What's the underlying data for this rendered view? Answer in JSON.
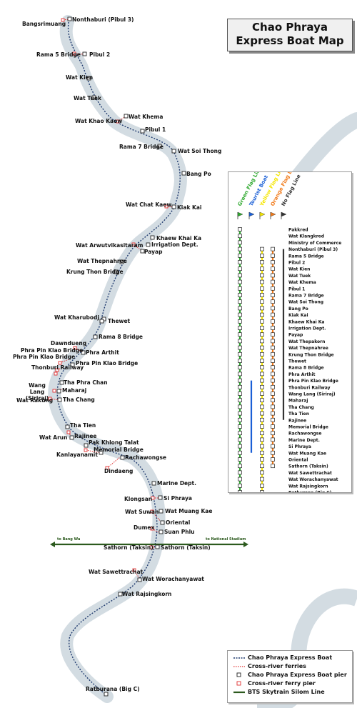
{
  "title": {
    "line1": "Chao Phraya",
    "line2": "Express Boat Map"
  },
  "piers": [
    "Nonthaburi (Pibul 3)",
    "Pibul 2",
    "Wat Kien",
    "Wat Tuek",
    "Wat Khema",
    "Pibul 1",
    "Rama 7 Bridge",
    "Wat Soi Thong",
    "Bang Po",
    "Kiak Kai",
    "Khaew Khai Ka",
    "Irrigation Dept.",
    "Payap",
    "Wat Thepnahree",
    "Krung Thon Bridge",
    "Wat Kharubodj",
    "Thewet",
    "Rama 8 Bridge",
    "Phra Arthit",
    "Phra Pin Klao Bridge",
    "Tha Phra Chan",
    "Maharaj",
    "Tha Chang",
    "Tha Tien",
    "Rajinee",
    "Pak Khlong Talat",
    "Memorial Bridge",
    "Rachawongse",
    "Marine Dept.",
    "Si Phraya",
    "Wat Muang Kae",
    "Oriental",
    "Suan Phlu",
    "Sathorn (Taksin)",
    "Wat Worachanyawat",
    "Wat Rajsingkorn",
    "Ratburana (Big C)"
  ],
  "ferry_piers": [
    "Bangsrimuang",
    "Rama 5 Bridge",
    "Wat Khao Kaow",
    "Wat Chat Kaew",
    "Wat Arwutvikasitaram",
    "Dawndueng",
    "Phra Pin Klao Bridge",
    "Phra Pin Klao Bridge",
    "Thonburi Railway",
    "Wang Lang (Siriraj)",
    "Wat Rakung",
    "Wat Arun",
    "Kanlayanamit",
    "Dindaeng",
    "Klongsan",
    "Wat Suwan",
    "Dumex",
    "Sathorn (Taksin)",
    "Wat Sawettrachat"
  ],
  "bts": {
    "left_label": "to Bang Wa",
    "right_label": "to National Stadium"
  },
  "legend": {
    "flags": [
      "Green Flag Line",
      "Tourist Boat",
      "Yellow Flag Line",
      "Orange Flag Line",
      "No Flag Line"
    ],
    "flag_colors": [
      "#2ea82e",
      "#1a5fd6",
      "#f5e600",
      "#f07a1a",
      "#333333"
    ],
    "stops": [
      "Pakkred",
      "Wat Klangkred",
      "Ministry of Commerce",
      "Nonthaburi (Pibul 3)",
      "Rama 5 Bridge",
      "Pibul 2",
      "Wat Kien",
      "Wat Tuek",
      "Wat Khema",
      "Pibul 1",
      "Rama 7 Bridge",
      "Wat Soi Thong",
      "Bang Po",
      "Kiak Kai",
      "Khaew Khai Ka",
      "Irrigation Dept.",
      "Payap",
      "Wat Thepakorn",
      "Wat Thepnahree",
      "Krung Thon Bridge",
      "Thewet",
      "Rama 8 Bridge",
      "Phra Arthit",
      "Phra Pin Klao Bridge",
      "Thonburi Railway",
      "Wang Lang (Siriraj)",
      "Maharaj",
      "Tha Chang",
      "Tha Tien",
      "Rajinee",
      "Memorial Bridge",
      "Rachawongse",
      "Marine Dept.",
      "Si Phraya",
      "Wat Muang Kae",
      "Oriental",
      "Sathorn (Taksin)",
      "Wat Sawettrachat",
      "Wat Worachanyawat",
      "Wat Rajsingkorn",
      "Ratburana (Big C)"
    ]
  },
  "key": [
    "Chao Phraya Express Boat",
    "Cross-river ferries",
    "Chao Phraya Express Boat pier",
    "Cross-river ferry pier",
    "BTS Skytrain Silom Line"
  ],
  "colors": {
    "river": "#d3dce2",
    "route": "#1f3a6e",
    "ferry": "#e03030",
    "bts": "#2c5a1e"
  }
}
